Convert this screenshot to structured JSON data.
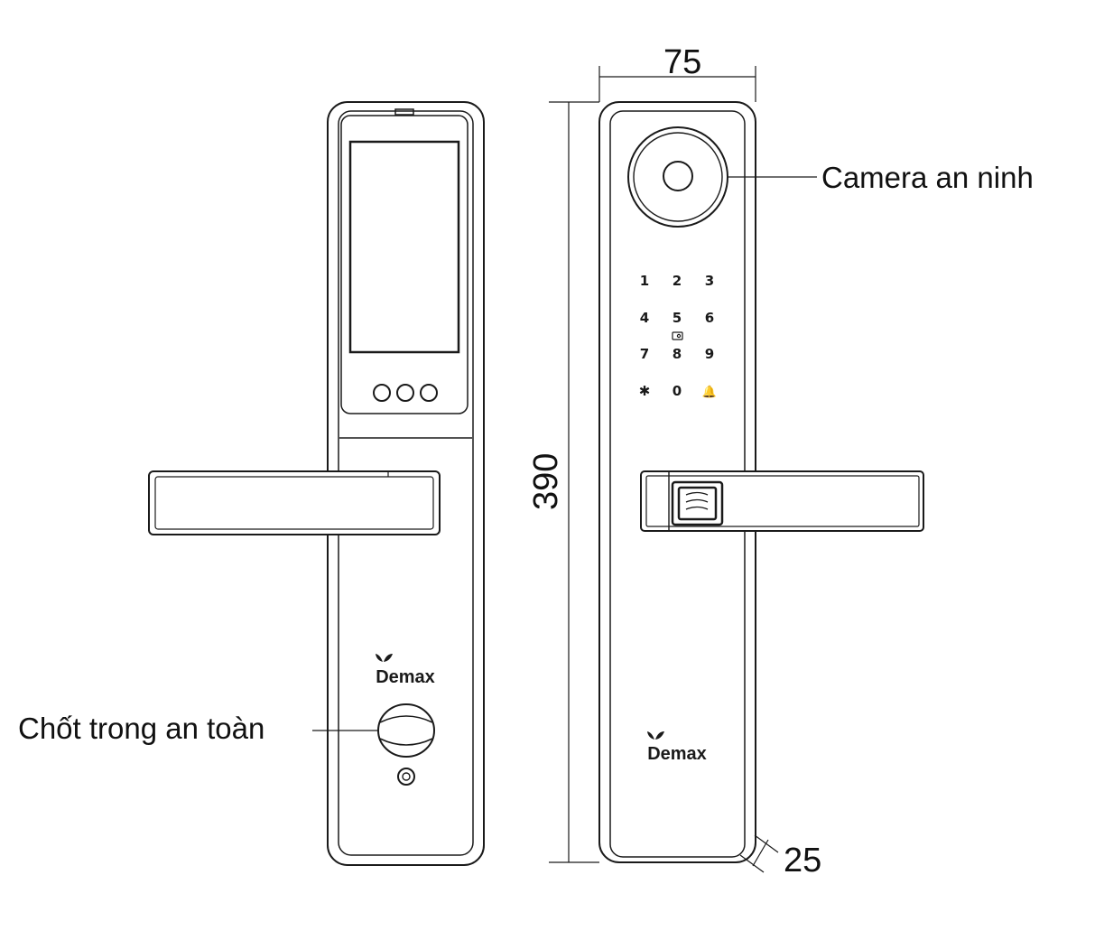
{
  "dimensions": {
    "width": "75",
    "height": "390",
    "depth": "25"
  },
  "callouts": {
    "camera": "Camera an ninh",
    "safety_latch": "Chốt trong an toàn"
  },
  "keypad": {
    "keys": [
      "1",
      "2",
      "3",
      "4",
      "5",
      "6",
      "7",
      "8",
      "9",
      "✱",
      "0",
      "🔔"
    ]
  },
  "brand": {
    "logo_text": "Demax"
  },
  "colors": {
    "line": "#1a1a1a",
    "background": "#ffffff"
  }
}
